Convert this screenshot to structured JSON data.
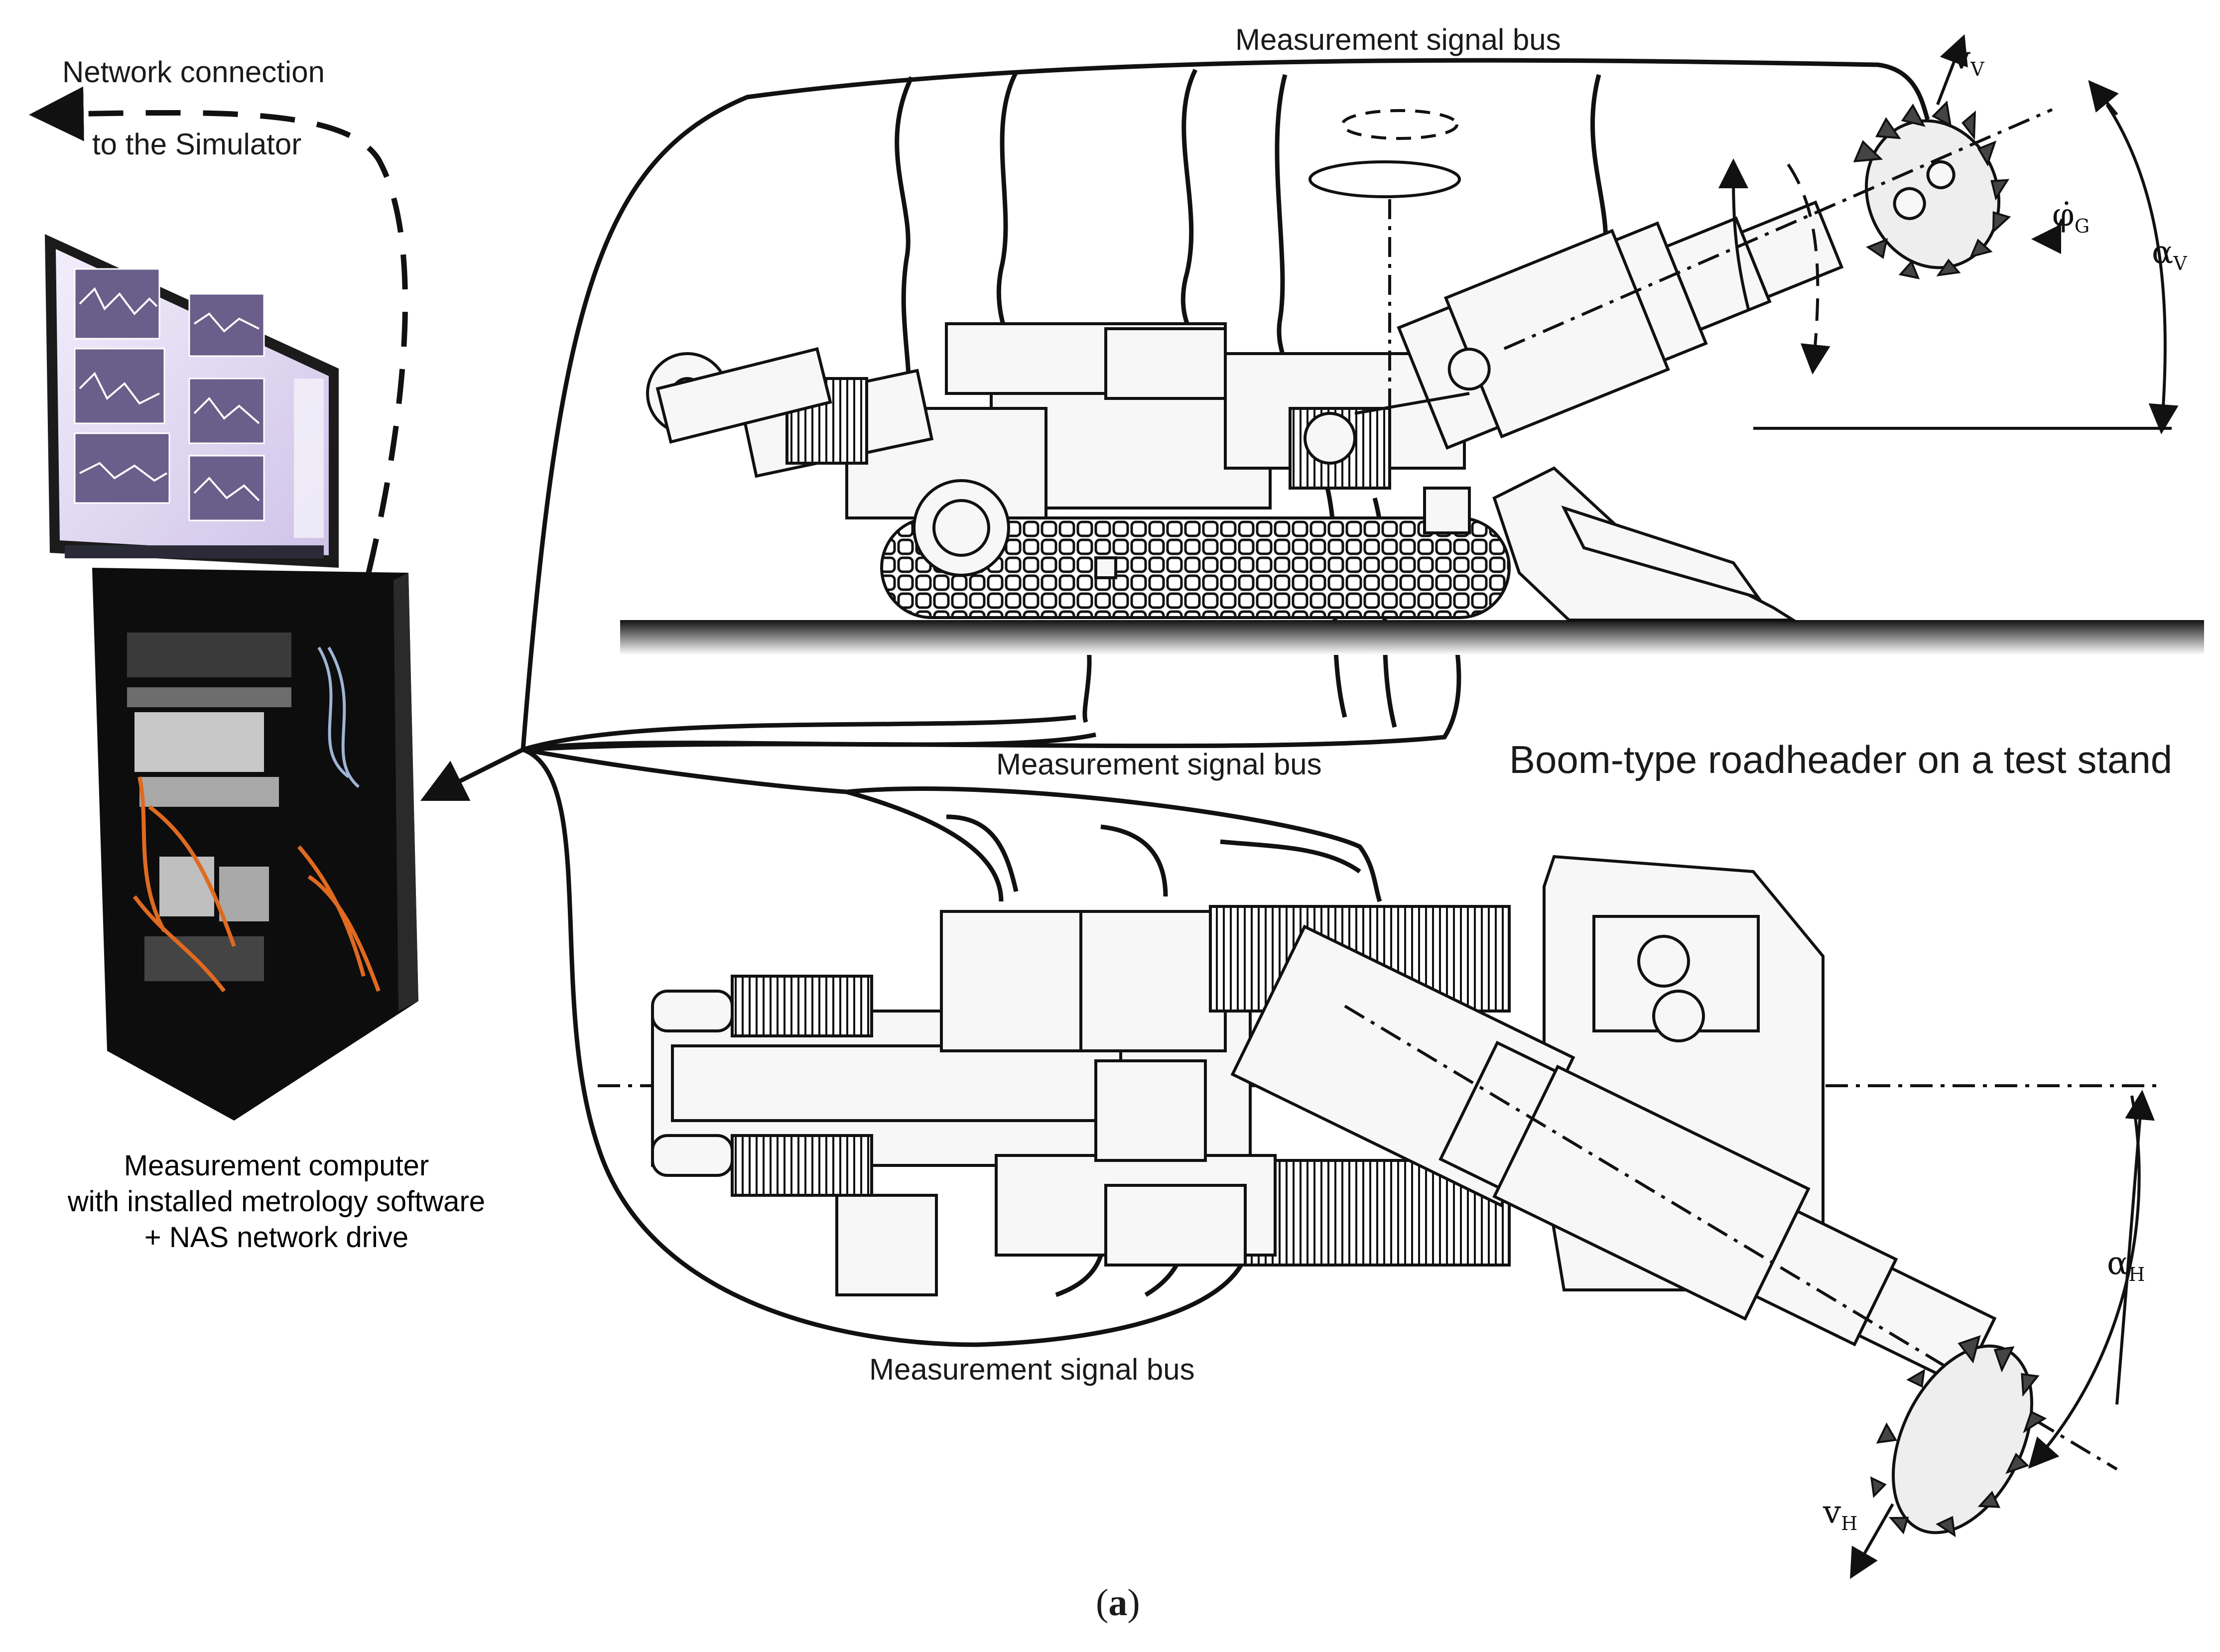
{
  "labels": {
    "bus_top": "Measurement signal bus",
    "bus_middle": "Measurement signal bus",
    "bus_bottom": "Measurement signal bus",
    "network_line1": "Network connection",
    "network_line2": "to the Simulator",
    "title": "Boom-type roadheader on a test stand",
    "computer_line1": "Measurement computer",
    "computer_line2": "with installed metrology software",
    "computer_line3": "+ NAS network drive",
    "caption_open": "(",
    "caption_letter": "a",
    "caption_close": ")"
  },
  "symbols": {
    "v_v": {
      "base": "v",
      "sub": "V"
    },
    "phi_g": {
      "base": "φ̇",
      "sub": "G"
    },
    "alpha_v": {
      "base": "α",
      "sub": "V"
    },
    "alpha_h": {
      "base": "α",
      "sub": "H"
    },
    "v_h": {
      "base": "v",
      "sub": "H"
    }
  },
  "screen_panels": 6,
  "colors": {
    "line": "#111111",
    "cabinet": "#0d0d0d",
    "screen": "#e9e3f4",
    "cable": "#e06a20",
    "machine_fill": "#f7f7f7"
  }
}
